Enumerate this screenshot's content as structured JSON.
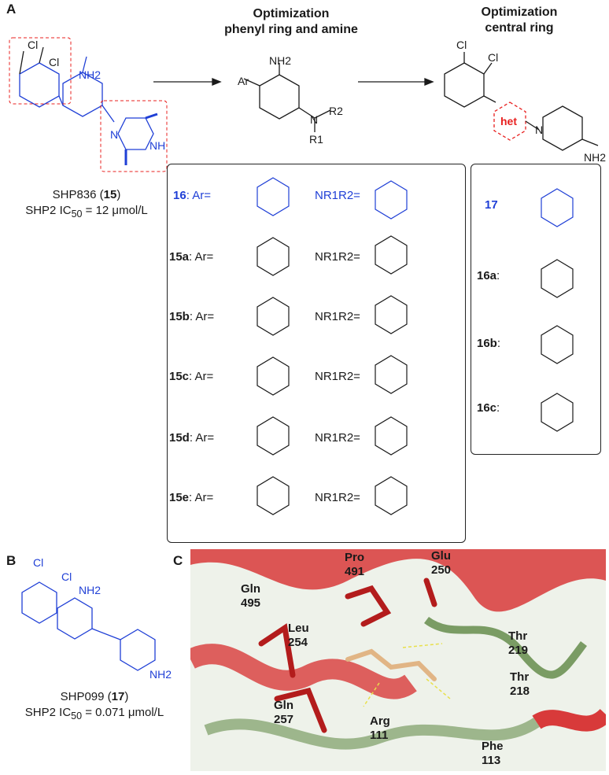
{
  "figure": {
    "panels": {
      "a": "A",
      "b": "B",
      "c": "C"
    },
    "headings": {
      "phenyl": [
        "Optimization",
        "phenyl ring and amine"
      ],
      "central": [
        "Optimization",
        "central ring"
      ]
    },
    "shp836": {
      "name": "SHP836 (",
      "num": "15",
      "close": ")",
      "ic50": "SHP2 IC",
      "sub": "50",
      "value": " = 12 μmol/L"
    },
    "shp099": {
      "name": "SHP099 (",
      "num": "17",
      "close": ")",
      "ic50": "SHP2 IC",
      "sub": "50",
      "value": " = 0.071 μmol/L"
    },
    "atoms": {
      "cl": "Cl",
      "nh2": "NH2",
      "nh": "NH",
      "n": "N",
      "ar": "Ar",
      "r1": "R1",
      "r2": "R2",
      "het": "het"
    },
    "series": [
      {
        "id": "16",
        "ar": ": Ar=",
        "amine": "NR1R2="
      },
      {
        "id": "15a",
        "ar": ": Ar=",
        "amine": "NR1R2="
      },
      {
        "id": "15b",
        "ar": ": Ar=",
        "amine": "NR1R2="
      },
      {
        "id": "15c",
        "ar": ": Ar=",
        "amine": "NR1R2="
      },
      {
        "id": "15d",
        "ar": ": Ar=",
        "amine": "NR1R2="
      },
      {
        "id": "15e",
        "ar": ": Ar=",
        "amine": "NR1R2="
      }
    ],
    "central": [
      {
        "id": "17"
      },
      {
        "id": "16a",
        "suffix": ":"
      },
      {
        "id": "16b",
        "suffix": ":"
      },
      {
        "id": "16c",
        "suffix": ":"
      }
    ],
    "residues": [
      [
        "Pro",
        "491"
      ],
      [
        "Glu",
        "250"
      ],
      [
        "Gln",
        "495"
      ],
      [
        "Leu",
        "254"
      ],
      [
        "Thr",
        "219"
      ],
      [
        "Thr",
        "218"
      ],
      [
        "Gln",
        "257"
      ],
      [
        "Arg",
        "111"
      ],
      [
        "Phe",
        "113"
      ]
    ],
    "colors": {
      "accent": "#1f3fd6",
      "highlight": "#e8201f",
      "helix": "#d83a3a",
      "loop": "#7a9c64"
    }
  }
}
